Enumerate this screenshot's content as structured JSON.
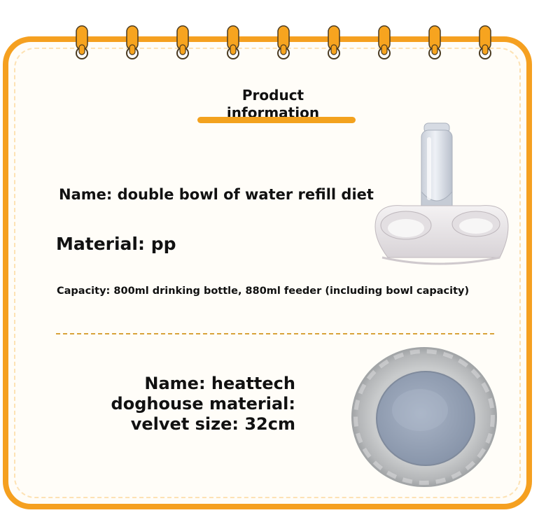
{
  "title": "Product information",
  "product1": {
    "name_line": "Name: double bowl of water refill diet",
    "material_line": "Material: pp",
    "capacity_line": "Capacity: 800ml drinking bottle, 880ml feeder (including bowl capacity)"
  },
  "product2": {
    "lines": [
      "Name: heattech",
      "doghouse material:",
      "velvet size: 32cm"
    ]
  },
  "colors": {
    "accent": "#f5a020",
    "ring_fill": "#f7a41f",
    "frame_background": "#fffdf8",
    "divider": "#d9a23a",
    "text": "#111111"
  },
  "icons": [
    "binder-ring-icon",
    "pet-feeder-image",
    "pet-bed-image"
  ]
}
